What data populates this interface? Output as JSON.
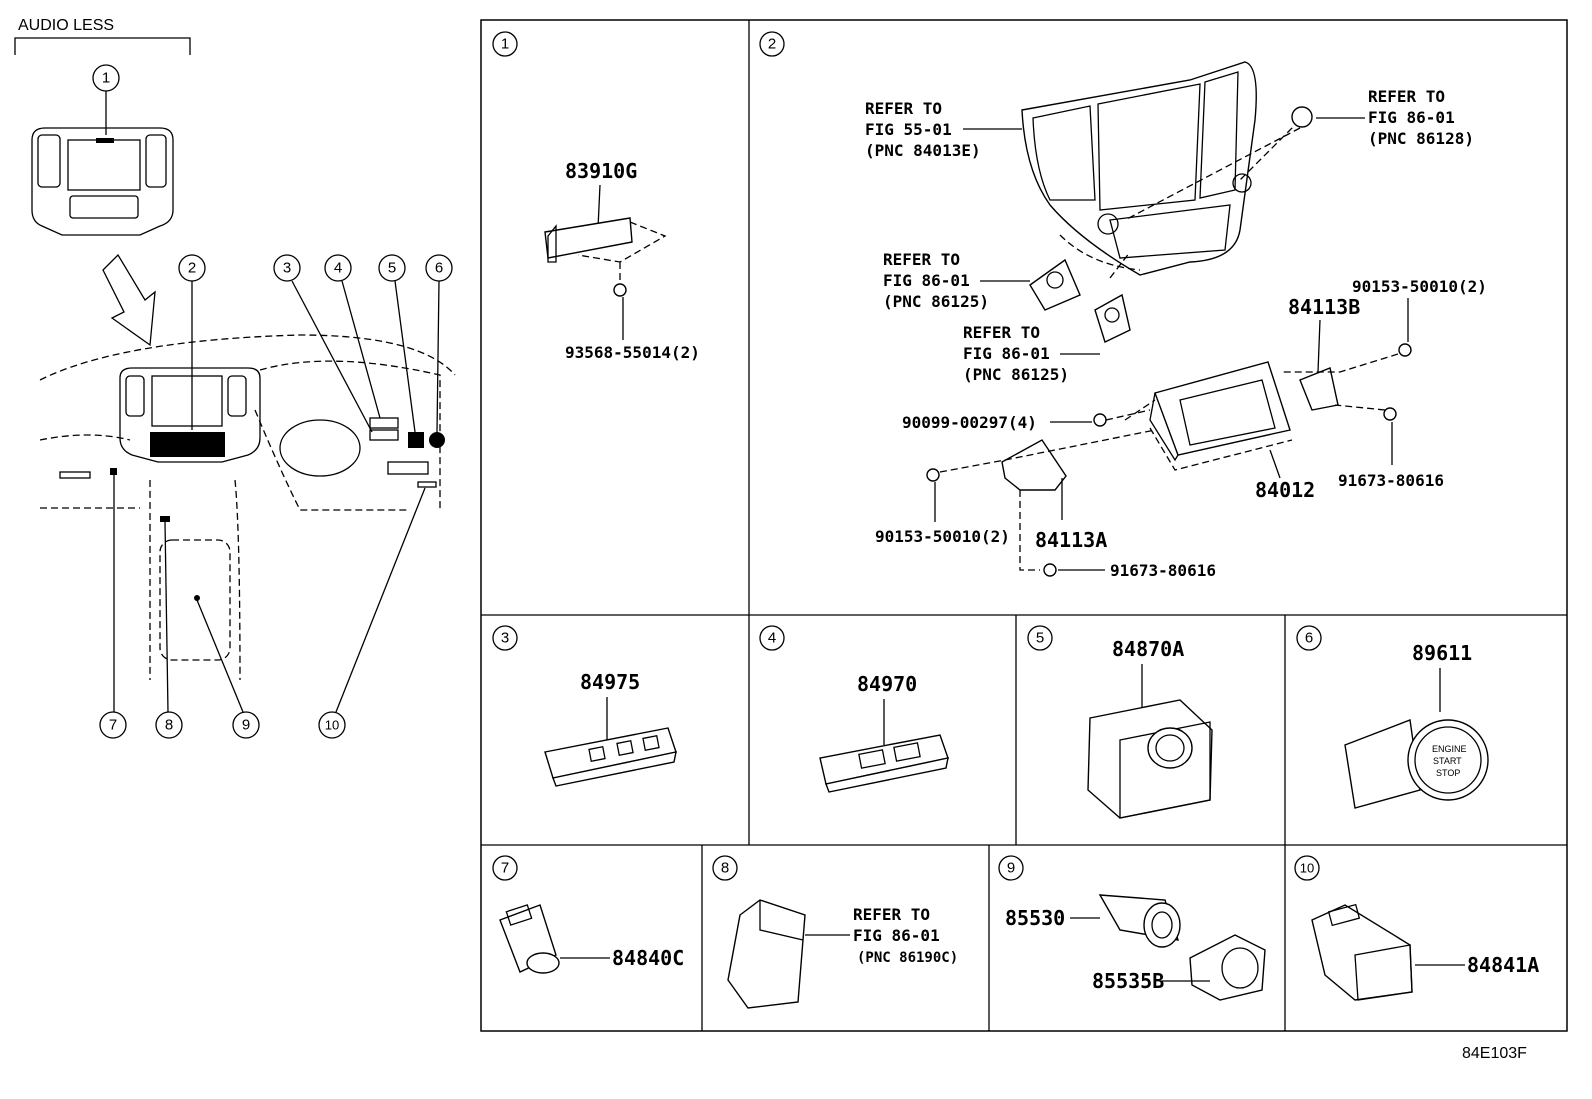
{
  "overview": {
    "audio_less_label": "AUDIO LESS",
    "callouts": [
      "1",
      "2",
      "3",
      "4",
      "5",
      "6",
      "7",
      "8",
      "9",
      "10"
    ]
  },
  "panels": [
    {
      "num": "1",
      "parts": [
        "83910G",
        "93568-55014(2)"
      ]
    },
    {
      "num": "2",
      "parts": [
        "84113B",
        "90153-50010(2)",
        "90099-00297(4)",
        "84012",
        "91673-80616",
        "90153-50010(2)",
        "84113A",
        "91673-80616"
      ],
      "refs": [
        {
          "line1": "REFER TO",
          "line2": "FIG 55-01",
          "line3": "(PNC 84013E)"
        },
        {
          "line1": "REFER TO",
          "line2": "FIG 86-01",
          "line3": "(PNC 86128)"
        },
        {
          "line1": "REFER TO",
          "line2": "FIG 86-01",
          "line3": "(PNC 86125)"
        },
        {
          "line1": "REFER TO",
          "line2": "FIG 86-01",
          "line3": "(PNC 86125)"
        }
      ]
    },
    {
      "num": "3",
      "parts": [
        "84975"
      ]
    },
    {
      "num": "4",
      "parts": [
        "84970"
      ]
    },
    {
      "num": "5",
      "parts": [
        "84870A"
      ]
    },
    {
      "num": "6",
      "parts": [
        "89611"
      ],
      "switch_text": [
        "ENGINE",
        "START",
        "STOP"
      ]
    },
    {
      "num": "7",
      "parts": [
        "84840C"
      ]
    },
    {
      "num": "8",
      "parts": [],
      "refs": [
        {
          "line1": "REFER TO",
          "line2": "FIG 86-01",
          "line3": "(PNC 86190C)"
        }
      ]
    },
    {
      "num": "9",
      "parts": [
        "85530",
        "85535B"
      ]
    },
    {
      "num": "10",
      "parts": [
        "84841A"
      ]
    }
  ],
  "figure_code": "84E103F"
}
